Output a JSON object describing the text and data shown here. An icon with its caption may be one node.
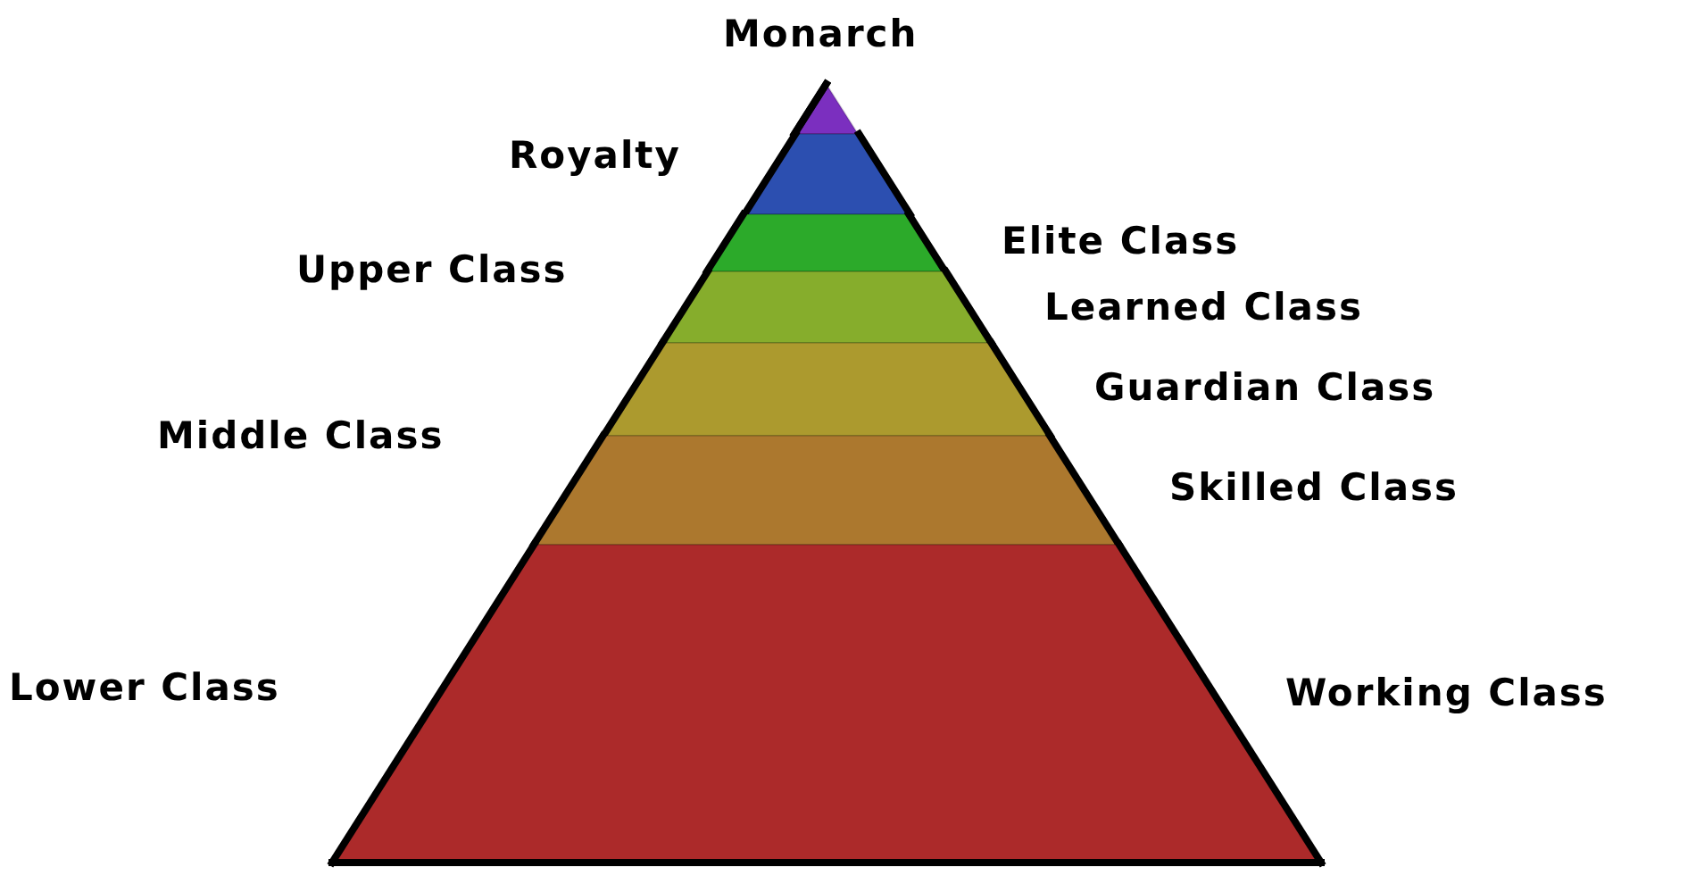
{
  "diagram": {
    "nodes": [
      {
        "text": [],
        "shape": "triangle",
        "beside": [
          "Monarch"
        ]
      },
      {
        "text": [],
        "shape": "band",
        "beside": [
          "Royalty"
        ]
      },
      {
        "text": [],
        "shape": "band"
      },
      {
        "text": [],
        "shape": "band"
      },
      {
        "text": [],
        "shape": "band",
        "beside": [
          "Guardian Class"
        ]
      },
      {
        "text": [],
        "shape": "band",
        "beside": [
          "Skilled Class"
        ]
      },
      {
        "text": [],
        "shape": "band",
        "beside": [
          "Lower Class",
          "Working Class"
        ]
      }
    ],
    "labels": [
      "Elite Class",
      "Upper Class",
      "Learned Class",
      "Middle Class"
    ]
  }
}
